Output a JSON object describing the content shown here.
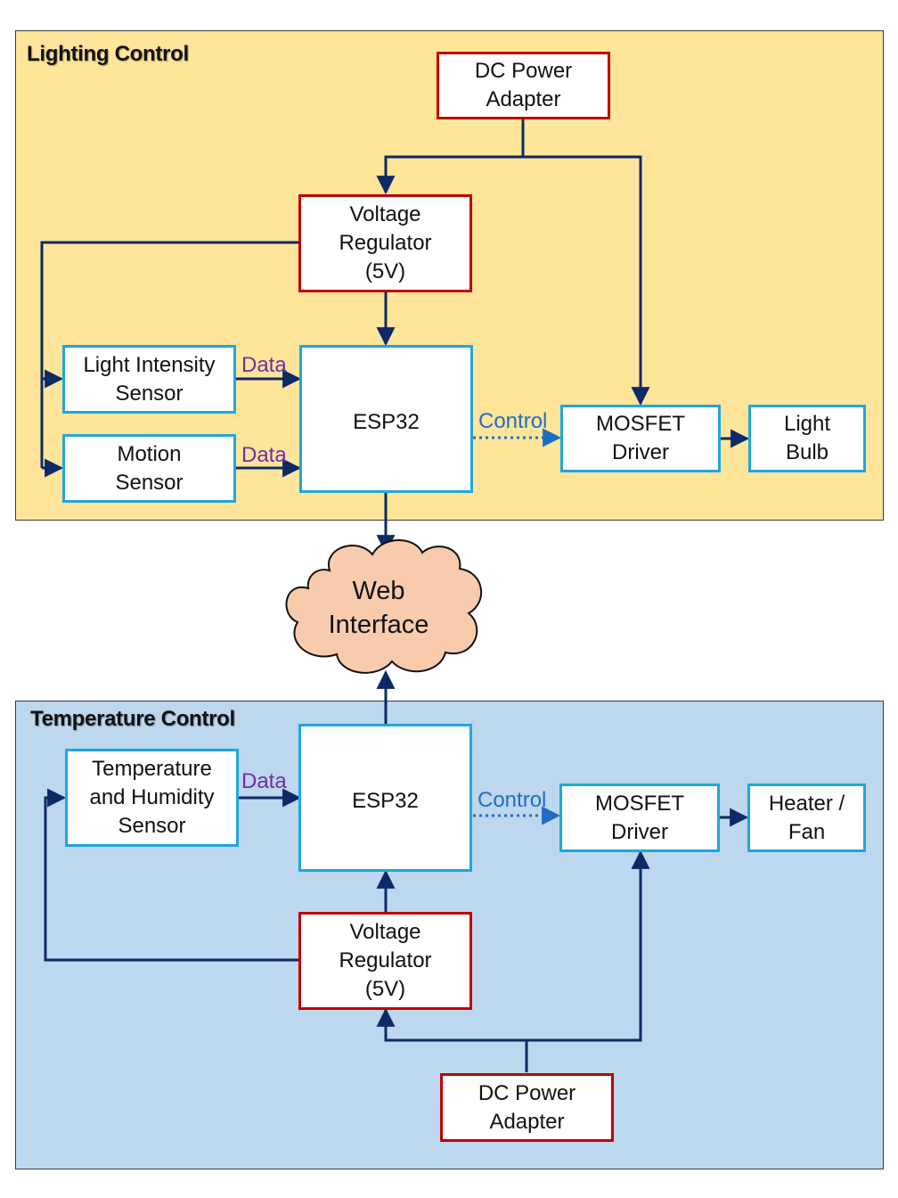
{
  "colors": {
    "lighting_panel_bg": "#ffe59a",
    "temperature_panel_bg": "#bdd7ee",
    "power_border": "#c00000",
    "component_border": "#1fa6e0",
    "wire": "#0b2a66",
    "data_label": "#7030a0",
    "control_label": "#1f6dc2",
    "cloud_fill": "#f8cbad"
  },
  "lighting": {
    "title": "Lighting Control",
    "dc_power": "DC Power\nAdapter",
    "regulator": "Voltage\nRegulator\n(5V)",
    "light_sensor": "Light Intensity\nSensor",
    "motion_sensor": "Motion\nSensor",
    "esp32": "ESP32",
    "mosfet": "MOSFET\nDriver",
    "light_bulb": "Light\nBulb",
    "data_label_1": "Data",
    "data_label_2": "Data",
    "control_label": "Control"
  },
  "web": {
    "label": "Web\nInterface"
  },
  "temperature": {
    "title": "Temperature Control",
    "temp_sensor": "Temperature\nand Humidity\nSensor",
    "esp32": "ESP32",
    "mosfet": "MOSFET\nDriver",
    "heater_fan": "Heater /\nFan",
    "regulator": "Voltage\nRegulator\n(5V)",
    "dc_power": "DC Power\nAdapter",
    "data_label": "Data",
    "control_label": "Control"
  }
}
